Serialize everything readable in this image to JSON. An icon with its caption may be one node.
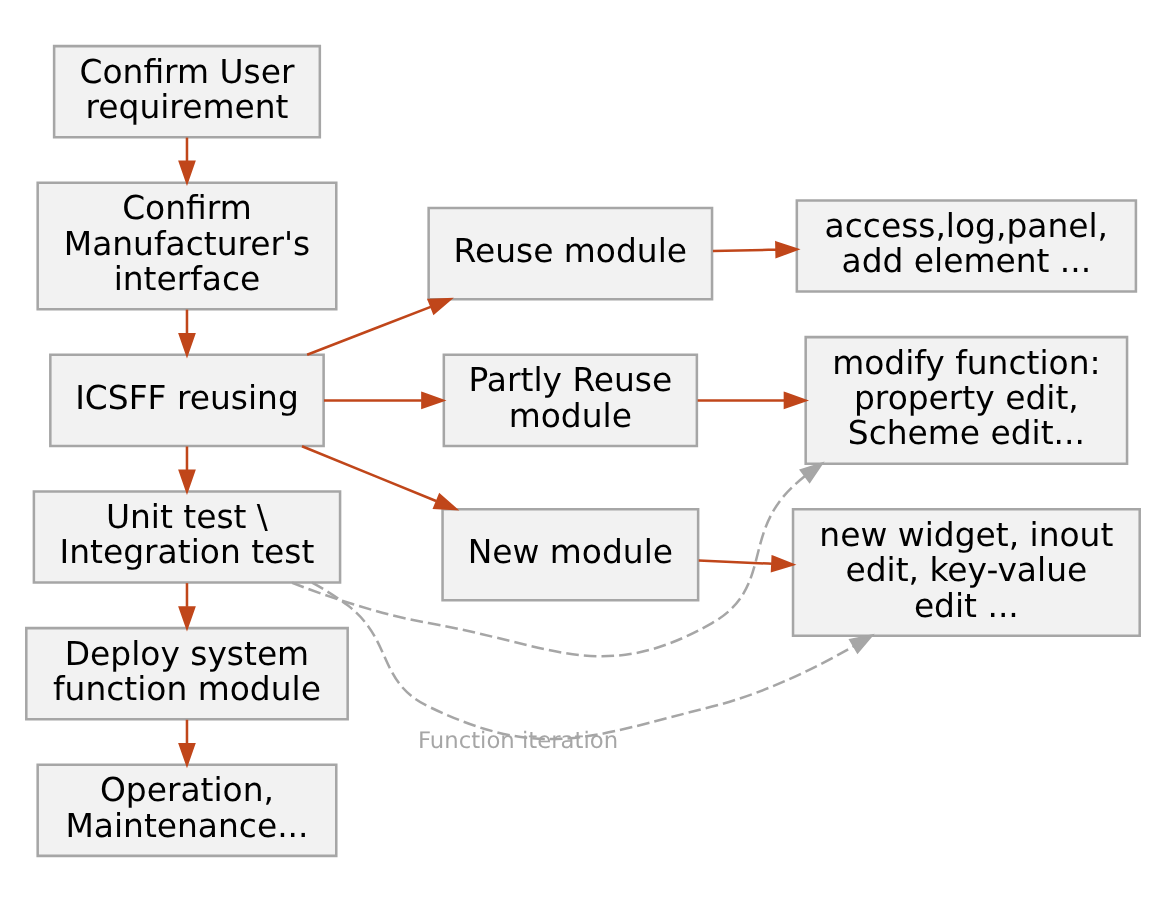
{
  "diagram": {
    "nodes": [
      {
        "text": [
          "Confirm User requirement"
        ]
      },
      {
        "text": [
          "Confirm Manufacturer's interface"
        ]
      },
      {
        "text": [
          "ICSFF reusing"
        ]
      },
      {
        "text": [
          "Unit test \\ Integration test"
        ]
      },
      {
        "text": [
          "Deploy system function module"
        ]
      },
      {
        "text": [
          "Operation, Maintenance..."
        ]
      },
      {
        "text": [
          "Reuse module"
        ]
      },
      {
        "text": [
          "Partly Reuse module"
        ]
      },
      {
        "text": [
          "New module"
        ]
      },
      {
        "text": [
          "access,log,panel, add element ..."
        ]
      },
      {
        "text": [
          "modify function: property edit, Scheme edit..."
        ]
      },
      {
        "text": [
          "new widget, inout edit, key-value edit ..."
        ]
      }
    ],
    "edges": [
      {
        "from": 0,
        "to": 1,
        "arrow": "to"
      },
      {
        "from": 1,
        "to": 2,
        "arrow": "to"
      },
      {
        "from": 2,
        "to": 3,
        "arrow": "to"
      },
      {
        "from": 3,
        "to": 4,
        "arrow": "to"
      },
      {
        "from": 4,
        "to": 5,
        "arrow": "to"
      },
      {
        "from": 2,
        "to": 6,
        "arrow": "to"
      },
      {
        "from": 2,
        "to": 7,
        "arrow": "to"
      },
      {
        "from": 2,
        "to": 8,
        "arrow": "to"
      },
      {
        "from": 6,
        "to": 9,
        "arrow": "to"
      },
      {
        "from": 7,
        "to": 10,
        "arrow": "to"
      },
      {
        "from": 8,
        "to": 11,
        "arrow": "to"
      },
      {
        "from": 3,
        "to": 11,
        "arrow": "to",
        "label": "Function iteration",
        "style": "dashed",
        "color": "#a6a6a6"
      },
      {
        "from": 3,
        "to": 10,
        "arrow": "to",
        "style": "dashed",
        "color": "#a6a6a6"
      }
    ]
  }
}
